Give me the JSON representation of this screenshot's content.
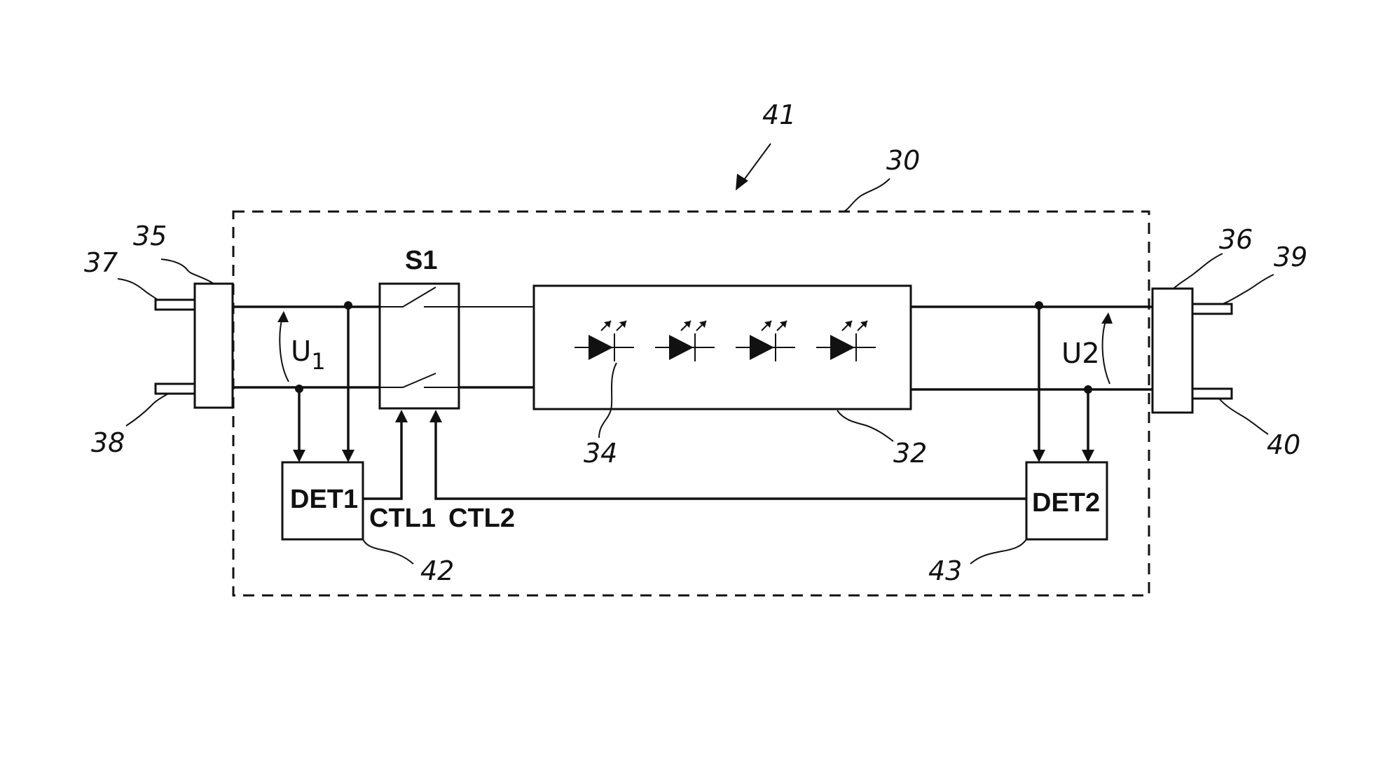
{
  "diagram": {
    "ref_41": "41",
    "ref_30": "30",
    "ref_35": "35",
    "ref_37": "37",
    "ref_38": "38",
    "ref_36": "36",
    "ref_39": "39",
    "ref_40": "40",
    "ref_34": "34",
    "ref_32": "32",
    "ref_42": "42",
    "ref_43": "43",
    "switch_label": "S1",
    "voltage_u1_main": "U",
    "voltage_u1_sub": "1",
    "voltage_u2": "U2",
    "det1_label": "DET1",
    "det2_label": "DET2",
    "ctl1_label": "CTL1",
    "ctl2_label": "CTL2"
  }
}
